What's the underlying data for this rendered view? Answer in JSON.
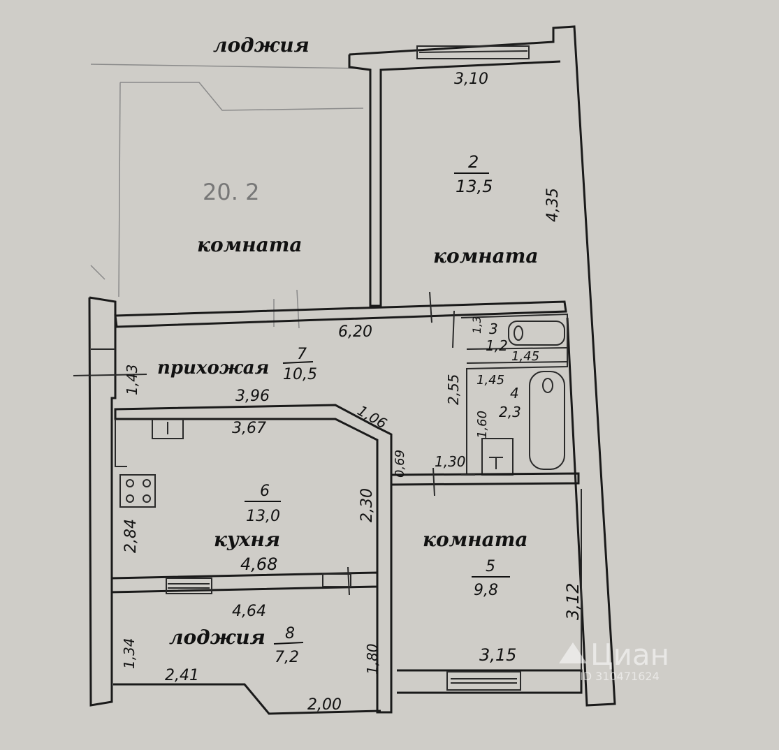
{
  "rooms": {
    "loggia_top": {
      "label": "лоджия"
    },
    "room1": {
      "label": "комната",
      "area_pencil": "20. 2"
    },
    "room2": {
      "label": "комната",
      "number": "2",
      "area": "13,5"
    },
    "hall": {
      "label": "прихожая",
      "number": "7",
      "area": "10,5"
    },
    "wc": {
      "number": "3",
      "area": "1,2"
    },
    "bath": {
      "number": "4",
      "area": "2,3"
    },
    "kitchen": {
      "label": "кухня",
      "number": "6",
      "area": "13,0"
    },
    "room5": {
      "label": "комната",
      "number": "5",
      "area": "9,8"
    },
    "loggia_bottom": {
      "label": "лоджия",
      "number": "8",
      "area": "7,2"
    }
  },
  "dimensions": {
    "d310": "3,10",
    "d435": "4,35",
    "d620": "6,20",
    "d145a": "1,45",
    "d145b": "1,45",
    "d255": "2,55",
    "d160": "1,60",
    "d143": "1,43",
    "d396": "3,96",
    "d367": "3,67",
    "d106": "1,06",
    "d069": "0,69",
    "d130": "1,30",
    "d230": "2,30",
    "d284": "2,84",
    "d468": "4,68",
    "d464": "4,64",
    "d312": "3,12",
    "d315": "3,15",
    "d134": "1,34",
    "d180": "1,80",
    "d241": "2,41",
    "d200": "2,00",
    "d13": "1,3"
  },
  "watermark": {
    "brand": "Циан",
    "id": "ID 310471624"
  }
}
